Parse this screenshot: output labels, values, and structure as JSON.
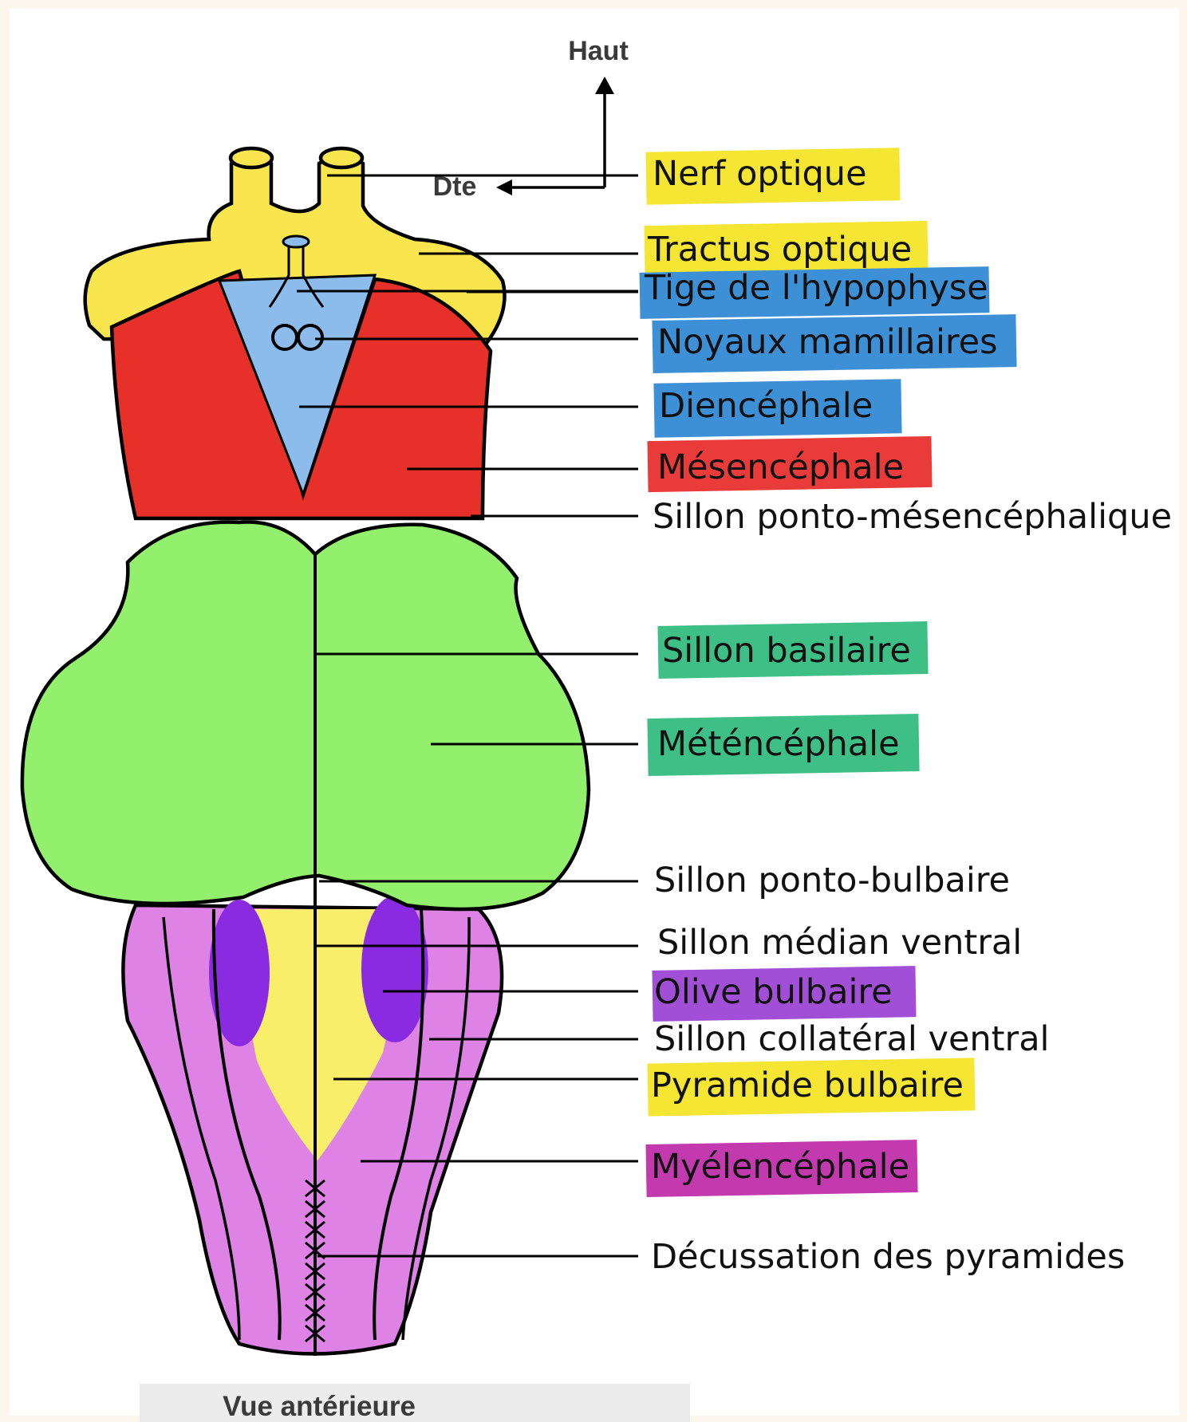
{
  "orientation": {
    "up": "Haut",
    "right": "Dte"
  },
  "caption": "Vue antérieure",
  "labels": [
    {
      "id": "nerf-optique",
      "text": "Nerf optique",
      "highlight": "#f4e632"
    },
    {
      "id": "tractus-optique",
      "text": "Tractus optique",
      "highlight": "#f4e632"
    },
    {
      "id": "tige-hypophyse",
      "text": "Tige de l'hypophyse",
      "highlight": "#3d8fd6"
    },
    {
      "id": "noyaux-mamillaires",
      "text": "Noyaux mamillaires",
      "highlight": "#3d8fd6"
    },
    {
      "id": "diencephale",
      "text": "Diencéphale",
      "highlight": "#3d8fd6"
    },
    {
      "id": "mesencephale",
      "text": "Mésencéphale",
      "highlight": "#ea3b3b"
    },
    {
      "id": "sillon-ponto-mesencephalique",
      "text": "Sillon ponto-mésencéphalique",
      "highlight": ""
    },
    {
      "id": "sillon-basilaire",
      "text": "Sillon basilaire",
      "highlight": "#3dbf86"
    },
    {
      "id": "metencephale",
      "text": "Météncéphale",
      "highlight": "#3dbf86"
    },
    {
      "id": "sillon-ponto-bulbaire",
      "text": "Sillon ponto-bulbaire",
      "highlight": ""
    },
    {
      "id": "sillon-median-ventral",
      "text": "Sillon médian ventral",
      "highlight": ""
    },
    {
      "id": "olive-bulbaire",
      "text": "Olive bulbaire",
      "highlight": "#a04fd6"
    },
    {
      "id": "sillon-collateral-ventral",
      "text": "Sillon collatéral ventral",
      "highlight": ""
    },
    {
      "id": "pyramide-bulbaire",
      "text": "Pyramide bulbaire",
      "highlight": "#f4e632"
    },
    {
      "id": "myelencephale",
      "text": "Myélencéphale",
      "highlight": "#c23aae"
    },
    {
      "id": "decussation-pyramides",
      "text": "Décussation des pyramides",
      "highlight": ""
    }
  ],
  "colors": {
    "optic": "#f9e54d",
    "diencephalon": "#8cbcec",
    "mesencephalon": "#e7302a",
    "metencephalon": "#93f06c",
    "myelencephalon": "#de82e6",
    "olive": "#8a2be2",
    "pyramid": "#f9ee6a"
  }
}
